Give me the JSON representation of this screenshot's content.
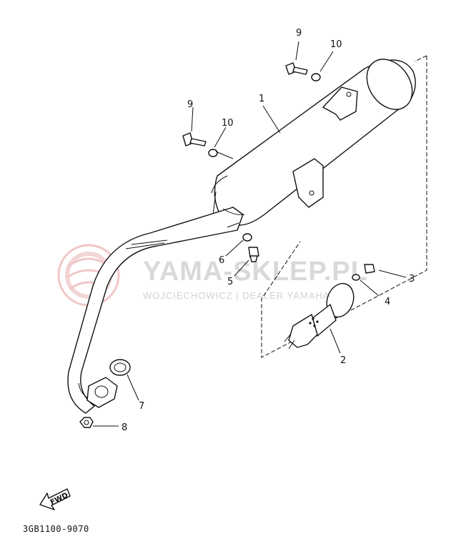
{
  "diagram": {
    "parts": [
      {
        "id": "part-1",
        "number": "1"
      },
      {
        "id": "part-2",
        "number": "2"
      },
      {
        "id": "part-3",
        "number": "3"
      },
      {
        "id": "part-4",
        "number": "4"
      },
      {
        "id": "part-5",
        "number": "5"
      },
      {
        "id": "part-6",
        "number": "6"
      },
      {
        "id": "part-7",
        "number": "7"
      },
      {
        "id": "part-8",
        "number": "8"
      },
      {
        "id": "part-9a",
        "number": "9"
      },
      {
        "id": "part-9b",
        "number": "9"
      },
      {
        "id": "part-10a",
        "number": "10"
      },
      {
        "id": "part-10b",
        "number": "10"
      }
    ],
    "diagram_code": "3GB1100-9070",
    "fwd_label": "FWD"
  },
  "watermark": {
    "title": "YAMA-SKLEP.PL",
    "subtitle": "WOJCIECHOWICZ | DEALER YAMAHA",
    "color": "#e8b0b0"
  }
}
